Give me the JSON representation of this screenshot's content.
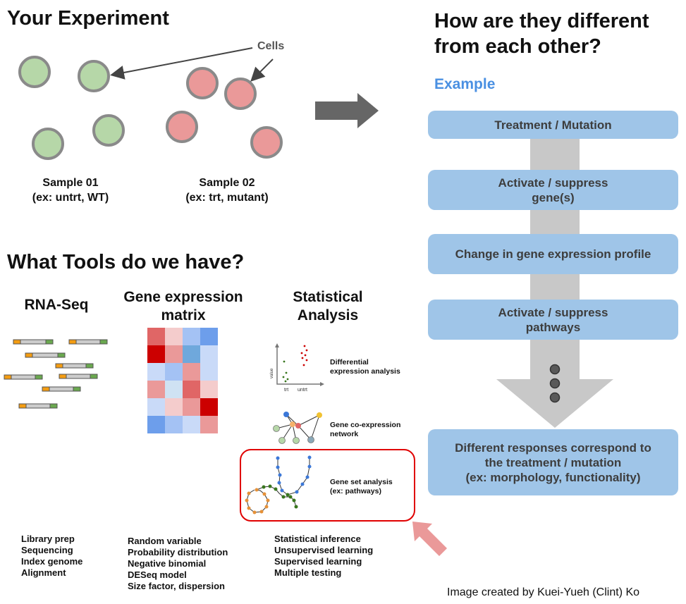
{
  "experiment": {
    "title": "Your Experiment",
    "cells_label": "Cells",
    "sample1": {
      "name": "Sample 01",
      "desc": "(ex: untrt, WT)"
    },
    "sample2": {
      "name": "Sample 02",
      "desc": "(ex: trt, mutant)"
    },
    "colors": {
      "sample1_fill": "#b6d7a8",
      "sample2_fill": "#ea9999",
      "cell_border": "#8a8a8a"
    }
  },
  "difference": {
    "title_line1": "How are they different",
    "title_line2": "from each other?",
    "example_label": "Example",
    "steps": [
      {
        "line1": "Treatment / Mutation",
        "line2": "",
        "line3": ""
      },
      {
        "line1": "Activate / suppress",
        "line2": "gene(s)",
        "line3": ""
      },
      {
        "line1": "Change in gene expression profile",
        "line2": "",
        "line3": ""
      },
      {
        "line1": "Activate / suppress",
        "line2": "pathways",
        "line3": ""
      },
      {
        "line1": "Different responses correspond to",
        "line2": "the treatment / mutation",
        "line3": "(ex: morphology, functionality)"
      }
    ],
    "colors": {
      "box": "#9fc5e8",
      "arrow": "#c8c8c8",
      "accent": "#4a90e2"
    }
  },
  "tools": {
    "title": "What Tools do we have?",
    "rnaseq": {
      "title": "RNA-Seq",
      "items": [
        "Library prep",
        "Sequencing",
        "Index genome",
        "Alignment"
      ]
    },
    "matrix": {
      "title_line1": "Gene expression",
      "title_line2": "matrix",
      "items": [
        "Random variable",
        "Probability distribution",
        "Negative binomial",
        "DESeq model",
        "Size factor, dispersion"
      ],
      "cells": [
        [
          "#e06666",
          "#f4cccc",
          "#a4c2f4",
          "#6d9eeb"
        ],
        [
          "#cc0000",
          "#ea9999",
          "#6fa8dc",
          "#c9daf8"
        ],
        [
          "#c9daf8",
          "#a4c2f4",
          "#ea9999",
          "#c9daf8"
        ],
        [
          "#ea9999",
          "#cfe2f3",
          "#e06666",
          "#f4cccc"
        ],
        [
          "#c9daf8",
          "#f4cccc",
          "#ea9999",
          "#cc0000"
        ],
        [
          "#6d9eeb",
          "#a4c2f4",
          "#c9daf8",
          "#ea9999"
        ]
      ]
    },
    "stats": {
      "title_line1": "Statistical",
      "title_line2": "Analysis",
      "diffexp_line1": "Differential",
      "diffexp_line2": "expression analysis",
      "axis_y": "value",
      "axis_x1": "trt",
      "axis_x2": "untrt",
      "coexp_line1": "Gene co-expression",
      "coexp_line2": "network",
      "geneset_line1": "Gene set analysis",
      "geneset_line2": "(ex: pathways)",
      "items": [
        "Statistical inference",
        "Unsupervised learning",
        "Supervised learning",
        "Multiple testing"
      ],
      "highlight_color": "#e00000"
    }
  },
  "credit": "Image created by Kuei-Yueh (Clint) Ko"
}
